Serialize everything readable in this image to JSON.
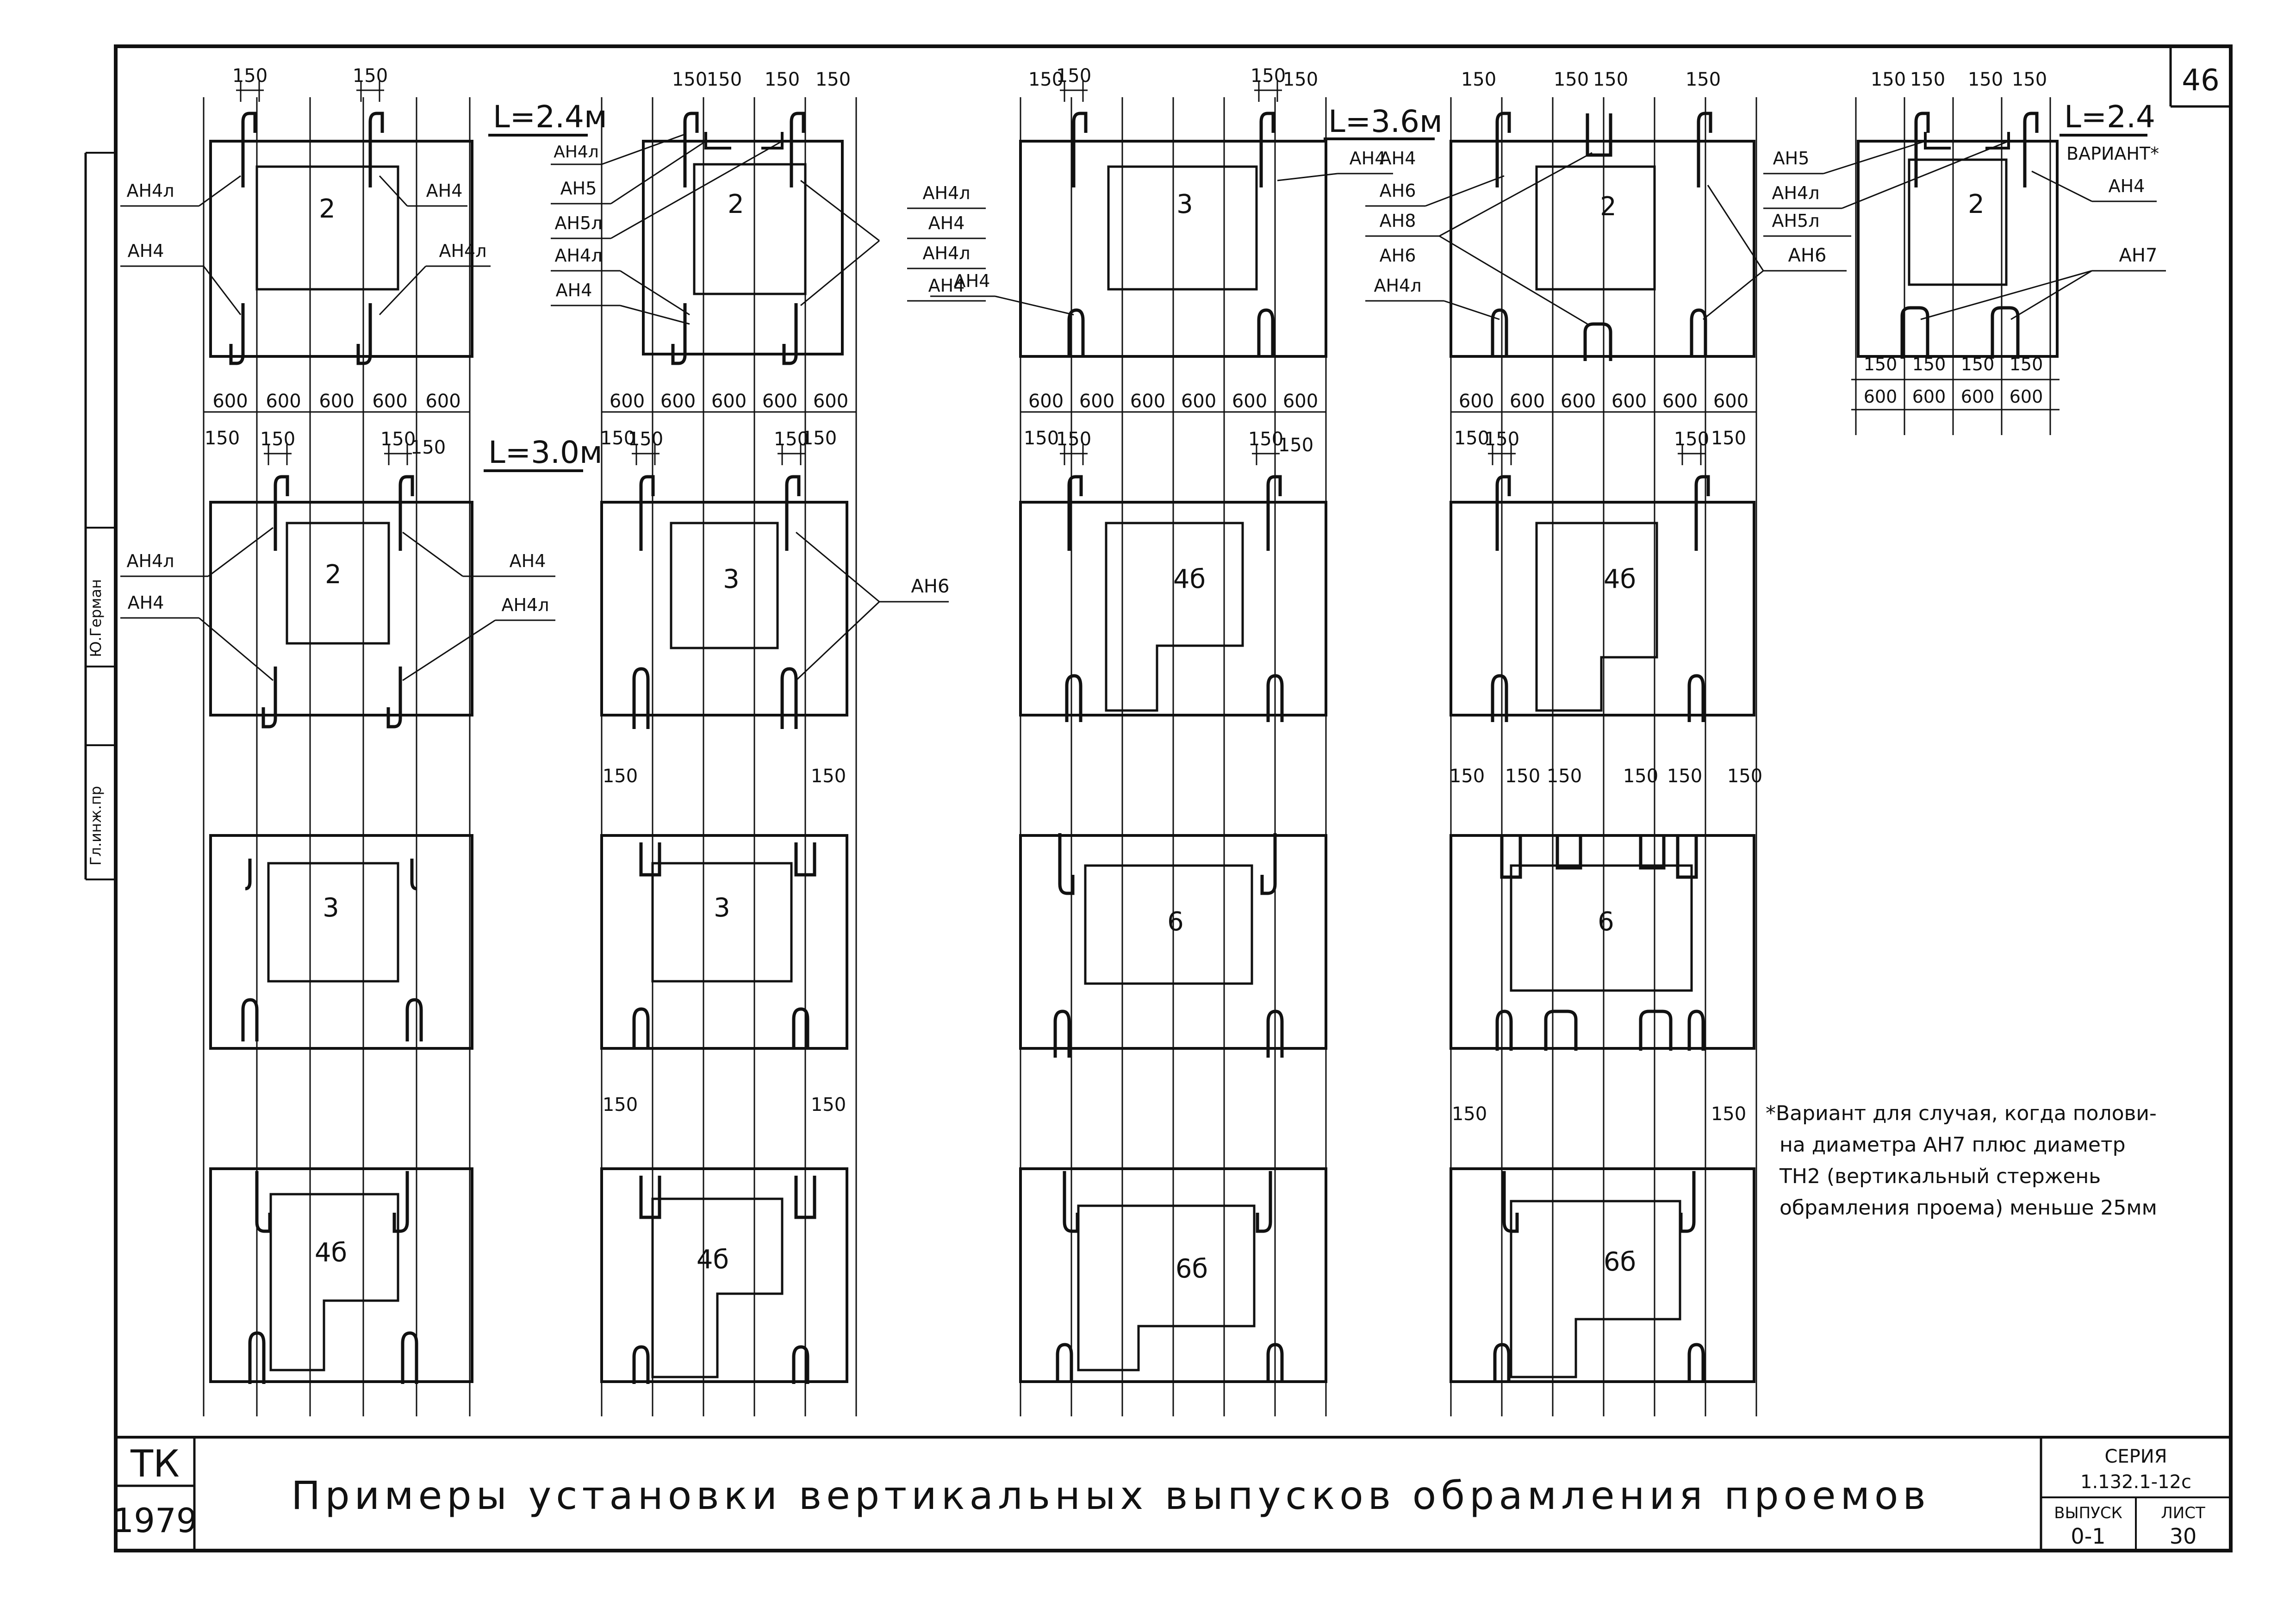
{
  "sheet": {
    "number": "46",
    "title": "Примеры установки вертикальных выпусков обрамления проемов",
    "org": "ТК",
    "year": "1979",
    "series_label": "СЕРИЯ",
    "series_value": "1.132.1-12с",
    "issue_label": "ВЫПУСК",
    "issue_value": "0-1",
    "sheet_label": "ЛИСТ",
    "sheet_value": "30",
    "side_stamp": [
      "Гл.инж.пр",
      "Ю.Герман"
    ]
  },
  "length_labels": [
    "L=2.4м",
    "L=3.0м",
    "L=3.6м",
    "L=2.4",
    "ВАРИАНТ*"
  ],
  "dims": {
    "offset": "150",
    "module": "600"
  },
  "openings": [
    "2",
    "2",
    "3",
    "3",
    "2",
    "2",
    "2",
    "4б",
    "4б",
    "3",
    "3",
    "6",
    "6",
    "4б",
    "4б",
    "6б",
    "6б"
  ],
  "rebar_labels": [
    "АН4",
    "АН4л",
    "АН5",
    "АН5л",
    "АН6",
    "АН7",
    "АН8"
  ],
  "footnote": [
    "*Вариант для случая, когда полови-",
    "на диаметра АН7 плюс диаметр",
    "ТН2 (вертикальный стержень",
    "обрамления проема) меньше 25мм"
  ]
}
